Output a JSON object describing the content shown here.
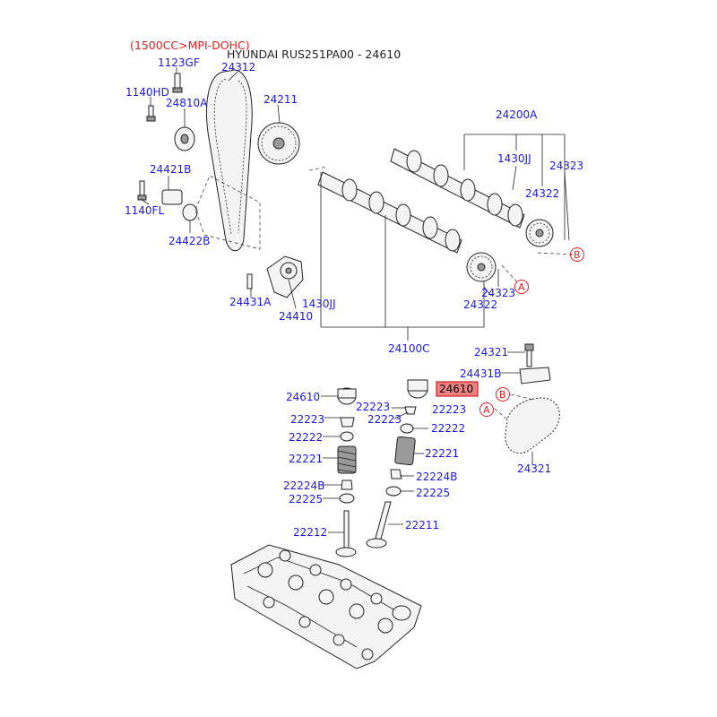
{
  "header": {
    "note": "(1500CC>MPI-DOHC)",
    "title": "HYUNDAI RUS251PA00 - 24610"
  },
  "ref_marks": {
    "a": "A",
    "b": "B"
  },
  "colors": {
    "label": "#1a1adc",
    "note": "#e02020",
    "highlight_fill": "#f08080",
    "highlight_border": "#d02020"
  },
  "labels": {
    "p1123GF": "1123GF",
    "p24312": "24312",
    "p1140HD": "1140HD",
    "p24810A": "24810A",
    "p24211": "24211",
    "p24200A": "24200A",
    "p1430JJ_top": "1430JJ",
    "p24323_top": "24323",
    "p24322_top": "24322",
    "p24421B": "24421B",
    "p1140FL": "1140FL",
    "p24422B": "24422B",
    "p24431A": "24431A",
    "p1430JJ_mid": "1430JJ",
    "p24410": "24410",
    "p24323_mid": "24323",
    "p24322_mid": "24322",
    "p24100C": "24100C",
    "p24321_top": "24321",
    "p24431B": "24431B",
    "p24610_sel": "24610",
    "p24610_left": "24610",
    "p22223_a": "22223",
    "p22223_b": "22223",
    "p22223_c": "22223",
    "p22223_d": "22223",
    "p22222_left": "22222",
    "p22222_right": "22222",
    "p22221_left": "22221",
    "p22221_right": "22221",
    "p22224B_left": "22224B",
    "p22224B_right": "22224B",
    "p22225_left": "22225",
    "p22225_right": "22225",
    "p22212": "22212",
    "p22211": "22211",
    "p24321_bottom": "24321"
  }
}
